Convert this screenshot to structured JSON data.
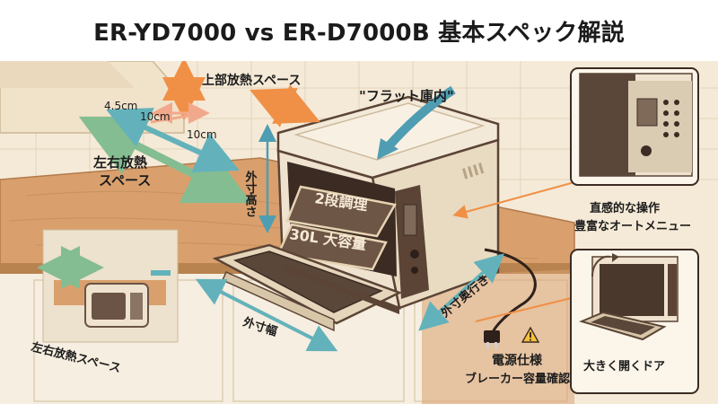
{
  "title": "ER-YD7000 vs ER-D7000B 基本スペック解説",
  "labels": {
    "top_space": "上部放熱スペース",
    "flat_interior": "\"フラット庫内\"",
    "dim_45": "4.5cm",
    "dim_10a": "10cm",
    "dim_10b": "10cm",
    "side_space": "左右放熱",
    "side_space2": "スペース",
    "ext_height": "外寸高さ",
    "two_tier": "2段調理",
    "capacity": "30L 大容量",
    "ext_width": "外寸幅",
    "ext_depth": "外寸奥行き",
    "side_space_small": "左右放熱スペース",
    "power_spec": "電源仕様",
    "breaker": "ブレーカー容量確認",
    "intuitive": "直感的な操作",
    "auto_menu": "豊富なオートメニュー",
    "big_door": "大きく開くドア"
  },
  "colors": {
    "wall": "#f5ead7",
    "tile": "#f8f1e4",
    "counter": "#d9a06d",
    "oven_body": "#efe3cf",
    "oven_dark": "#5b4436",
    "arrow_orange": "#f09046",
    "arrow_green": "#8cc39a",
    "arrow_teal": "#6dbcc4",
    "arrow_blue": "#5aa3b8"
  },
  "icons": {
    "warning": "warning-icon",
    "plug": "plug-icon"
  }
}
